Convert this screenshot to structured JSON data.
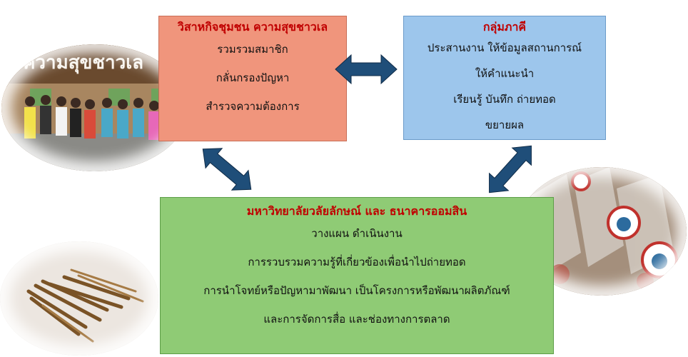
{
  "community": {
    "title": "วิสาหกิจชุมชน ความสุขชาวเล",
    "lines": [
      "รวมรวมสมาชิก",
      "กลั่นกรองปัญหา",
      "สำรวจความต้องการ"
    ]
  },
  "partners": {
    "title": "กลุ่มภาคี",
    "lines": [
      "ประสานงาน ให้ข้อมูลสถานการณ์",
      "ให้คำแนะนำ",
      "เรียนรู้ บันทึก ถ่ายทอด",
      "ขยายผล"
    ]
  },
  "university": {
    "title": "มหาวิทยาลัยวลัยลักษณ์ และ ธนาคารออมสิน",
    "lines": [
      "วางแผน ดำเนินงาน",
      "การรวบรวมความรู้ที่เกี่ยวข้องเพื่อนำไปถ่ายทอด",
      "การนำโจทย์หรือปัญหามาพัฒนา เป็นโครงการหรือพัฒนาผลิตภัณฑ์",
      "และการจัดการสื่อ และช่องทางการตลาด"
    ]
  },
  "photo_sign_text": "ความสุขชาวเล",
  "colors": {
    "community_box": "#f0957c",
    "partners_box": "#9dc6ec",
    "university_box": "#8fcb75",
    "title_text": "#c00000",
    "arrow": "#1f4e79"
  }
}
